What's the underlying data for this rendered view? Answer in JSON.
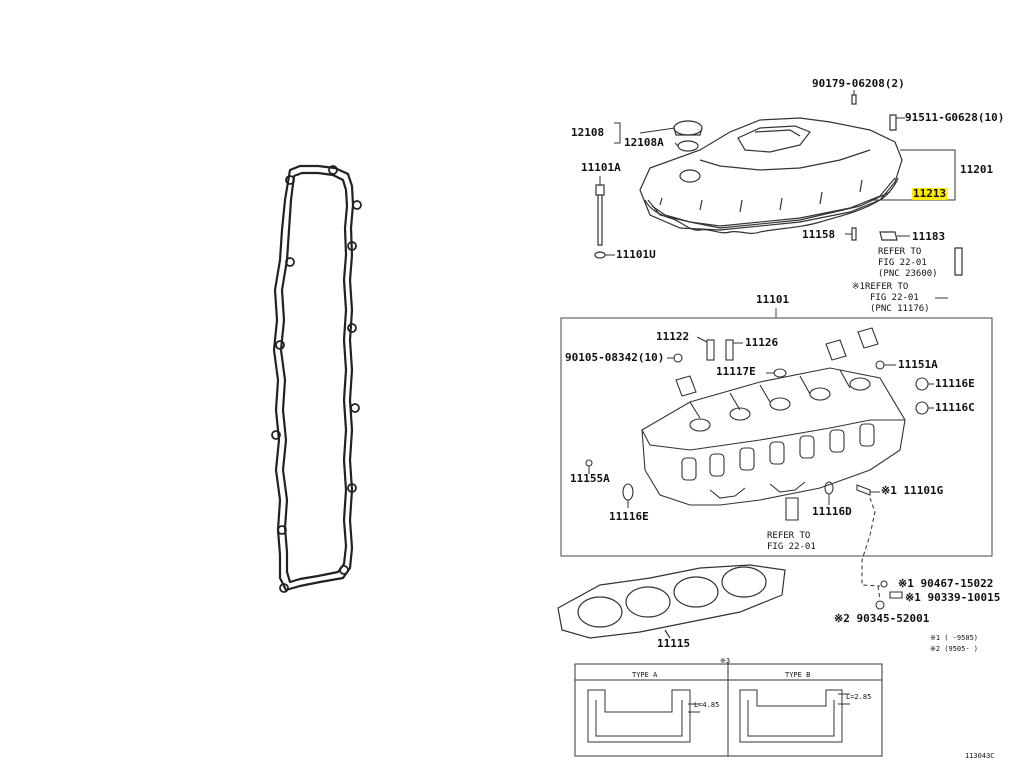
{
  "highlight_color": "#ffea00",
  "labels": {
    "p90179": "90179-06208(2)",
    "p91511": "91511-G0628(10)",
    "p12108": "12108",
    "p12108a": "12108A",
    "p11101a": "11101A",
    "p11201": "11201",
    "p11213": "11213",
    "p11101u": "11101U",
    "p11158": "11158",
    "p11183": "11183",
    "refer1_a": "REFER TO",
    "refer1_b": "FIG 22-01",
    "refer1_c": "(PNC 23600)",
    "refer2_a": "※1REFER TO",
    "refer2_b": "FIG 22-01",
    "refer2_c": "(PNC 11176)",
    "p11101": "11101",
    "p11122": "11122",
    "p11126": "11126",
    "p90105": "90105-08342(10)",
    "p11117e": "11117E",
    "p11151a": "11151A",
    "p11116e_r": "11116E",
    "p11116c": "11116C",
    "p11155a": "11155A",
    "p11116e_l": "11116E",
    "p11116d": "11116D",
    "p11101g": "※1 11101G",
    "refer3_a": "REFER TO",
    "refer3_b": "FIG 22-01",
    "p90467": "※1 90467-15022",
    "p90339": "※1 90339-10015",
    "p90345": "※2 90345-52001",
    "note1": "※1 (    -9505)",
    "note2": "※2 (9505-    )",
    "p11115": "11115",
    "note3": "※3",
    "typeA": "TYPE A",
    "typeB": "TYPE B",
    "dimA": "L=4.85",
    "dimB": "L=2.85",
    "figcode": "113043C"
  }
}
